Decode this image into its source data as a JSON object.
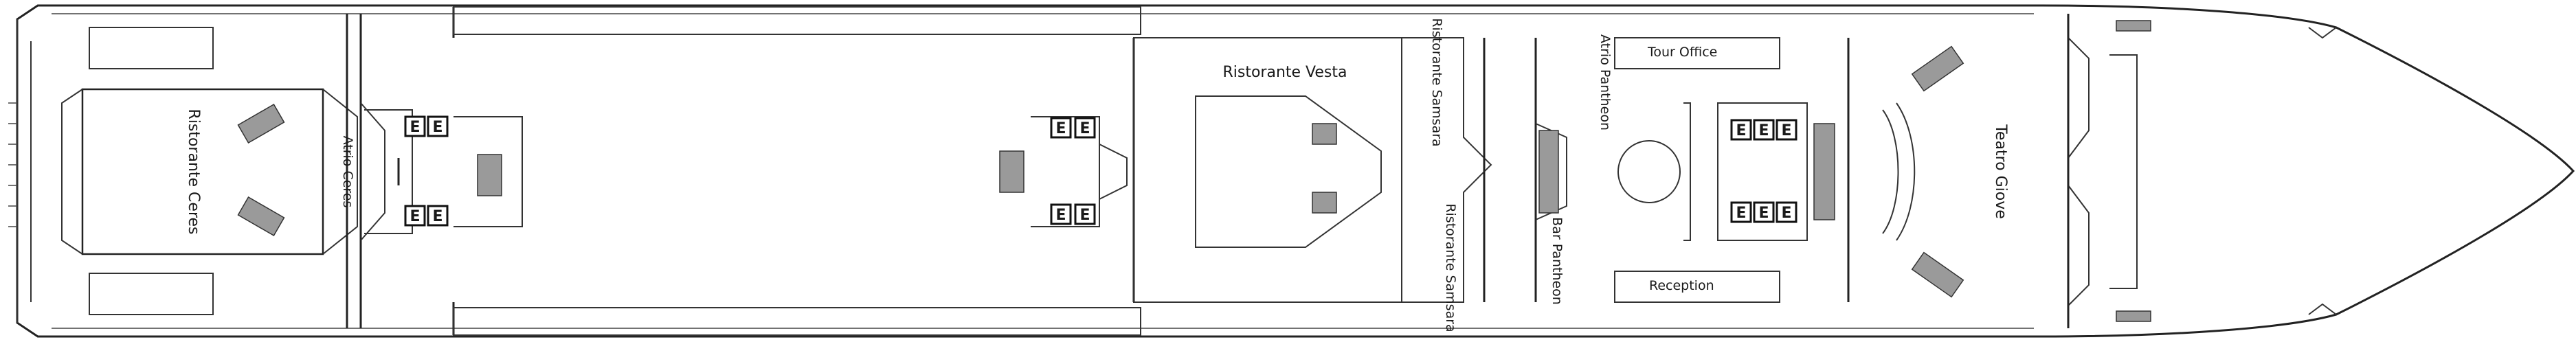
{
  "plan": {
    "labels": {
      "ristorante_ceres": "Ristorante Ceres",
      "atrio_ceres": "Atrio Ceres",
      "ristorante_vesta": "Ristorante Vesta",
      "ristorante_samsara_top": "Ristorante Samsara",
      "ristorante_samsara_bottom": "Ristorante Samsara",
      "atrio_pantheon": "Atrio Pantheon",
      "bar_pantheon": "Bar Pantheon",
      "tour_office": "Tour Office",
      "reception": "Reception",
      "teatro_giove": "Teatro Giove"
    },
    "elevator_symbol": "E"
  }
}
